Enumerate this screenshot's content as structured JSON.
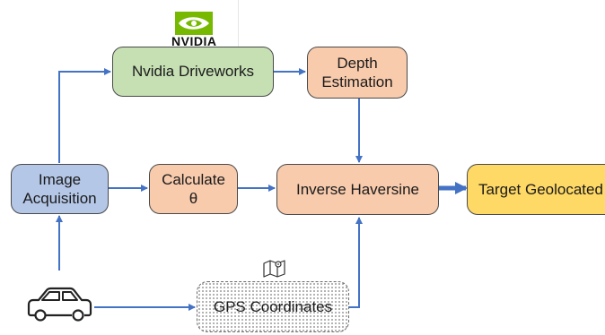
{
  "logo": {
    "brand": "NVIDIA",
    "icon": "nvidia-eye-logo"
  },
  "nodes": {
    "driveworks": "Nvidia Driveworks",
    "depth": "Depth\nEstimation",
    "image_acquisition": "Image\nAcquisition",
    "calculate": "Calculate\nθ",
    "inverse_haversine": "Inverse Haversine",
    "target": "Target Geolocated",
    "gps": "GPS Coordinates"
  },
  "icons": {
    "map": "map-icon",
    "car": "car-icon"
  },
  "colors": {
    "green": "#c6e0b4",
    "orange": "#f8cbad",
    "blue": "#b4c7e7",
    "yellow": "#ffd966",
    "arrow": "#4472c4"
  }
}
